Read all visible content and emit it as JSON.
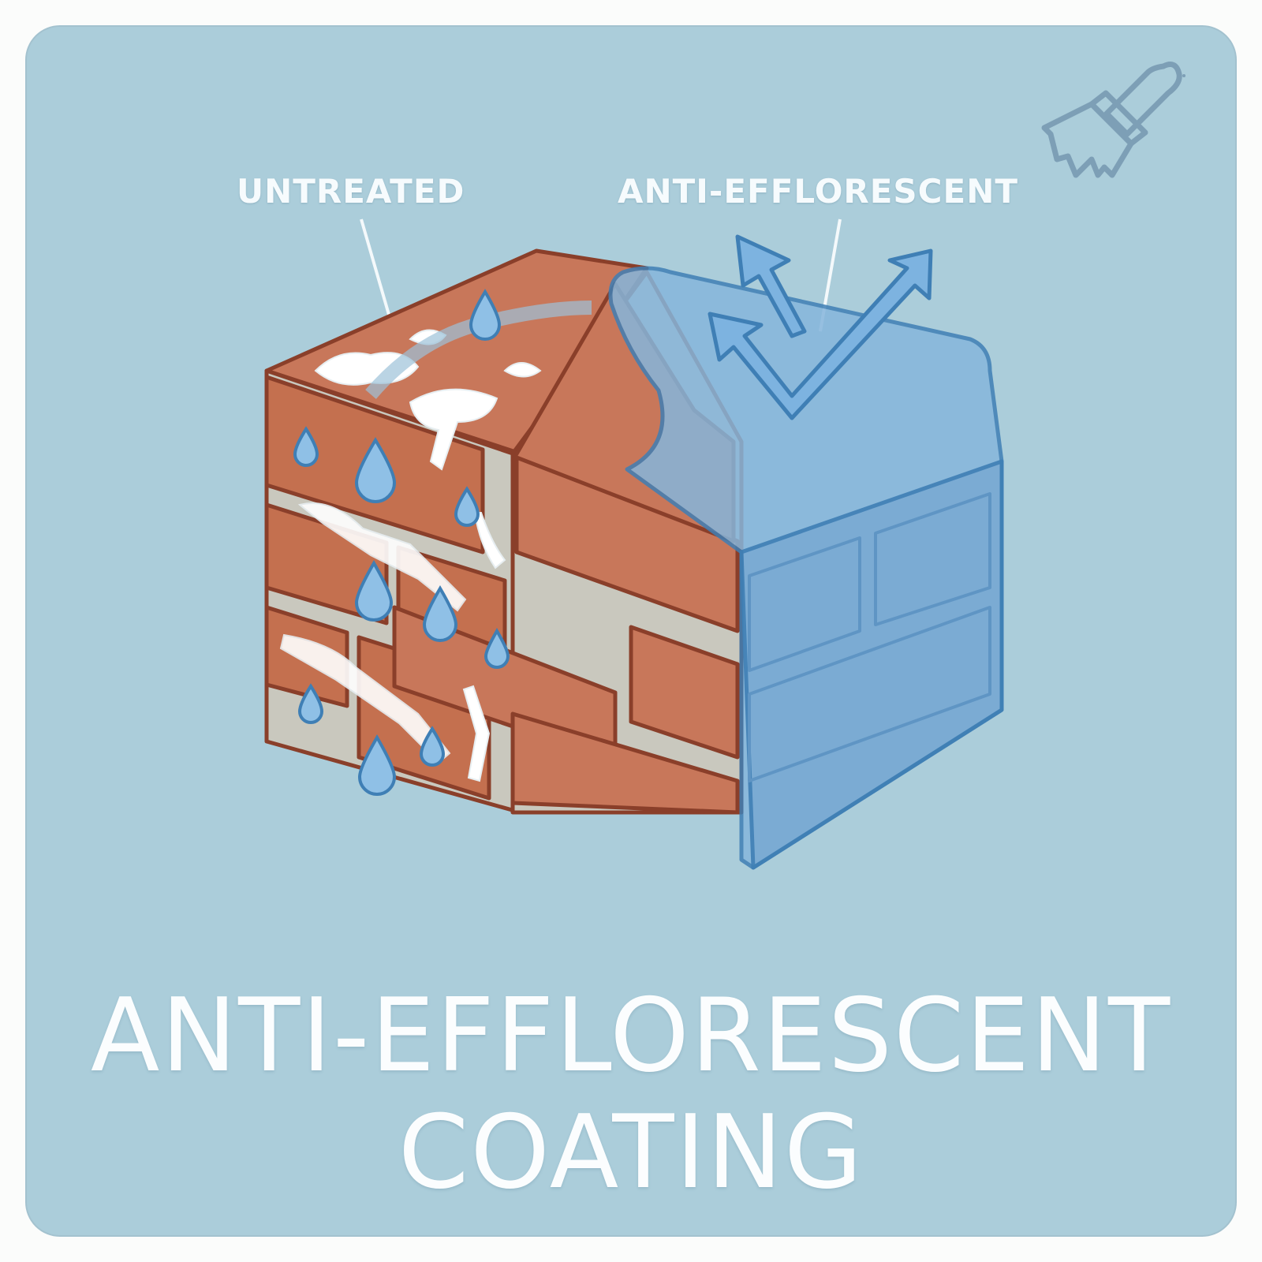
{
  "title": {
    "line1": "ANTI-EFFLORESCENT",
    "line2": "COATING"
  },
  "callouts": {
    "left": "UNTREATED",
    "right": "ANTI-EFFLORESCENT"
  },
  "icons": {
    "corner": "paintbrush-icon",
    "arrows": "deflect-arrows-icon",
    "droplets": "water-drop-icon"
  },
  "colors": {
    "background": "#abcdda",
    "page": "#fbfcfb",
    "brick": "#c8775a",
    "brick_outline": "#8a3f2a",
    "mortar": "#c9c8be",
    "salt": "#ffffff",
    "coating": "#7fb2dc",
    "coating_outline": "#3f7fb5",
    "text": "#f6fbfd"
  }
}
